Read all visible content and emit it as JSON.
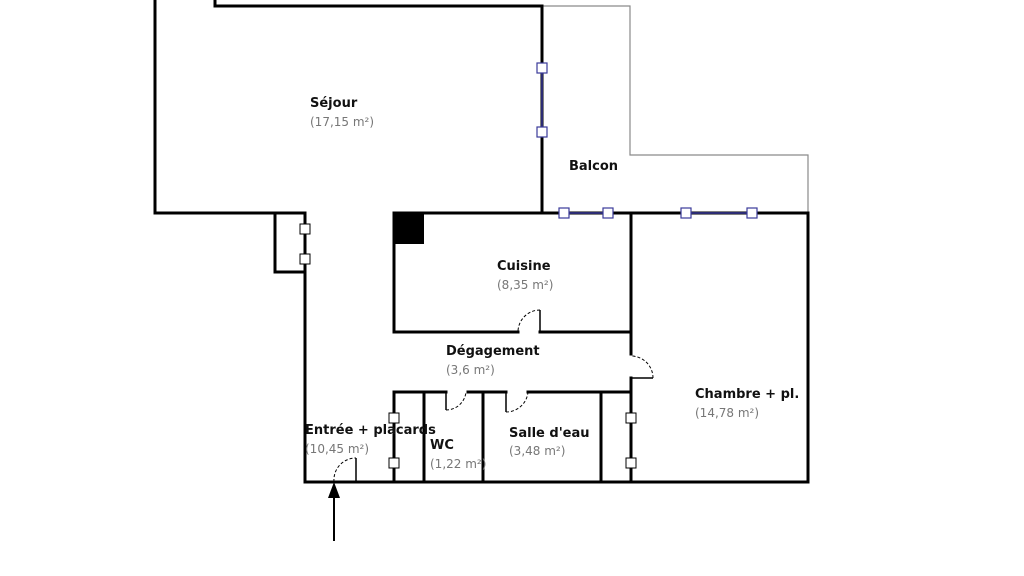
{
  "rooms": {
    "sejour": {
      "name": "Séjour",
      "area": "(17,15 m²)"
    },
    "balcon": {
      "name": "Balcon"
    },
    "cuisine": {
      "name": "Cuisine",
      "area": "(8,35 m²)"
    },
    "degagement": {
      "name": "Dégagement",
      "area": "(3,6 m²)"
    },
    "chambre": {
      "name": "Chambre + pl.",
      "area": "(14,78 m²)"
    },
    "entree": {
      "name": "Entrée + placards",
      "area": "(10,45 m²)"
    },
    "wc": {
      "name": "WC",
      "area": "(1,22 m²)"
    },
    "salle_eau": {
      "name": "Salle d'eau",
      "area": "(3,48 m²)"
    }
  },
  "icons": {
    "entrance": "arrow-up-icon",
    "appliance": "black-square-icon"
  },
  "colors": {
    "walls": "#000000",
    "windows": "#3a3a9a",
    "area_text": "#777777",
    "balcony_edge": "#8a8a8a"
  }
}
